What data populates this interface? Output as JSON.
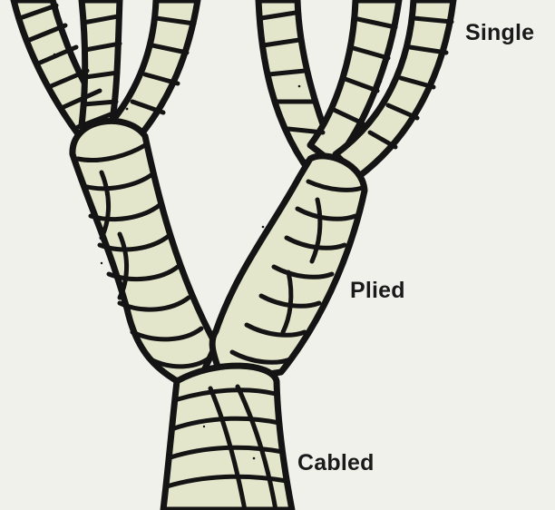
{
  "labels": {
    "single": "Single",
    "plied": "Plied",
    "cabled": "Cabled"
  },
  "colors": {
    "background": "#f1f1ec",
    "rope_fill": "#e4e6cb",
    "outline": "#141414"
  }
}
